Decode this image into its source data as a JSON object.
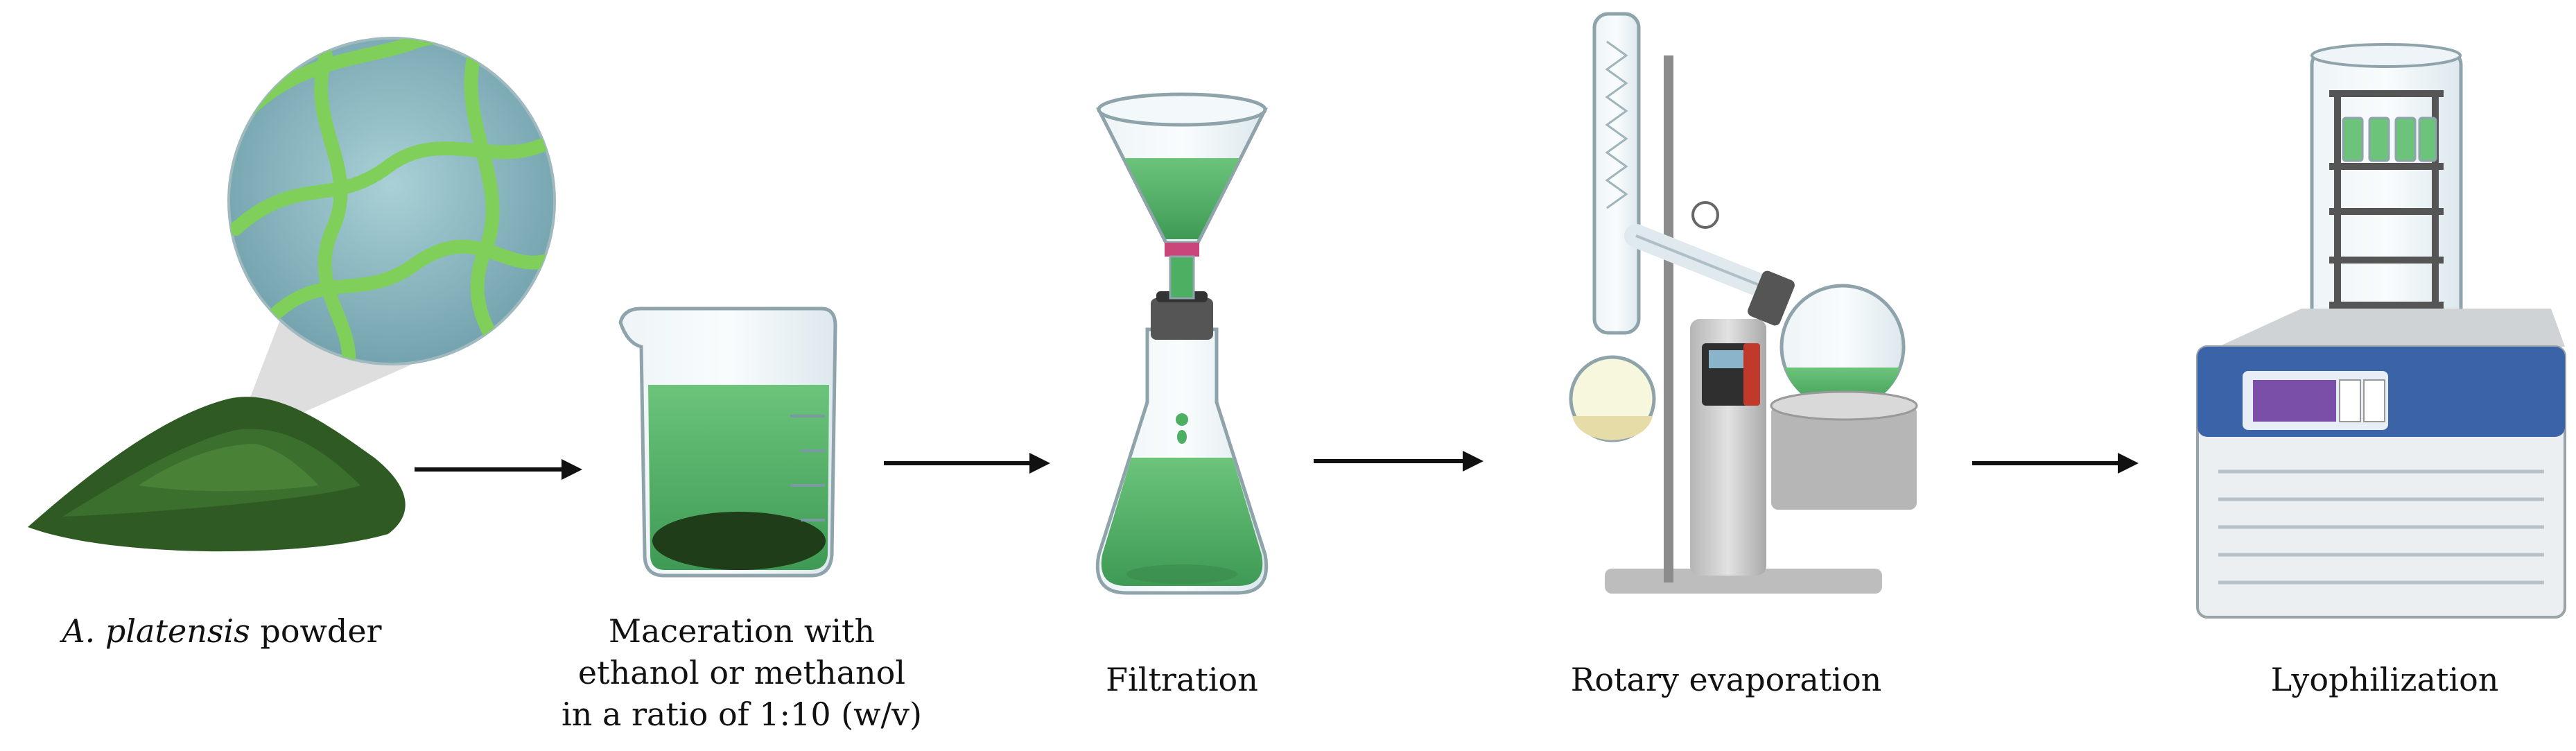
{
  "steps": [
    {
      "label_italic": "A. platensis",
      "label_rest": " powder"
    },
    {
      "label_lines": [
        "Maceration with",
        "ethanol or methanol",
        "in a ratio of 1:10 (w/v)"
      ]
    },
    {
      "label": "Filtration"
    },
    {
      "label": "Rotary evaporation"
    },
    {
      "label": "Lyophilization"
    }
  ],
  "colors": {
    "extract_green": "#4caf62",
    "powder_green": "#2f5a23",
    "micro_bg": "#8fbcc6",
    "arrow": "#111111",
    "glass": "#dfe9ee",
    "machine_blue": "#3a63a8",
    "metal_gray": "#c9c9c9"
  },
  "icons": [
    "powder-pile-icon",
    "microscope-bubble-icon",
    "beaker-icon",
    "filter-funnel-icon",
    "erlenmeyer-flask-icon",
    "rotary-evaporator-icon",
    "freeze-dryer-icon"
  ]
}
